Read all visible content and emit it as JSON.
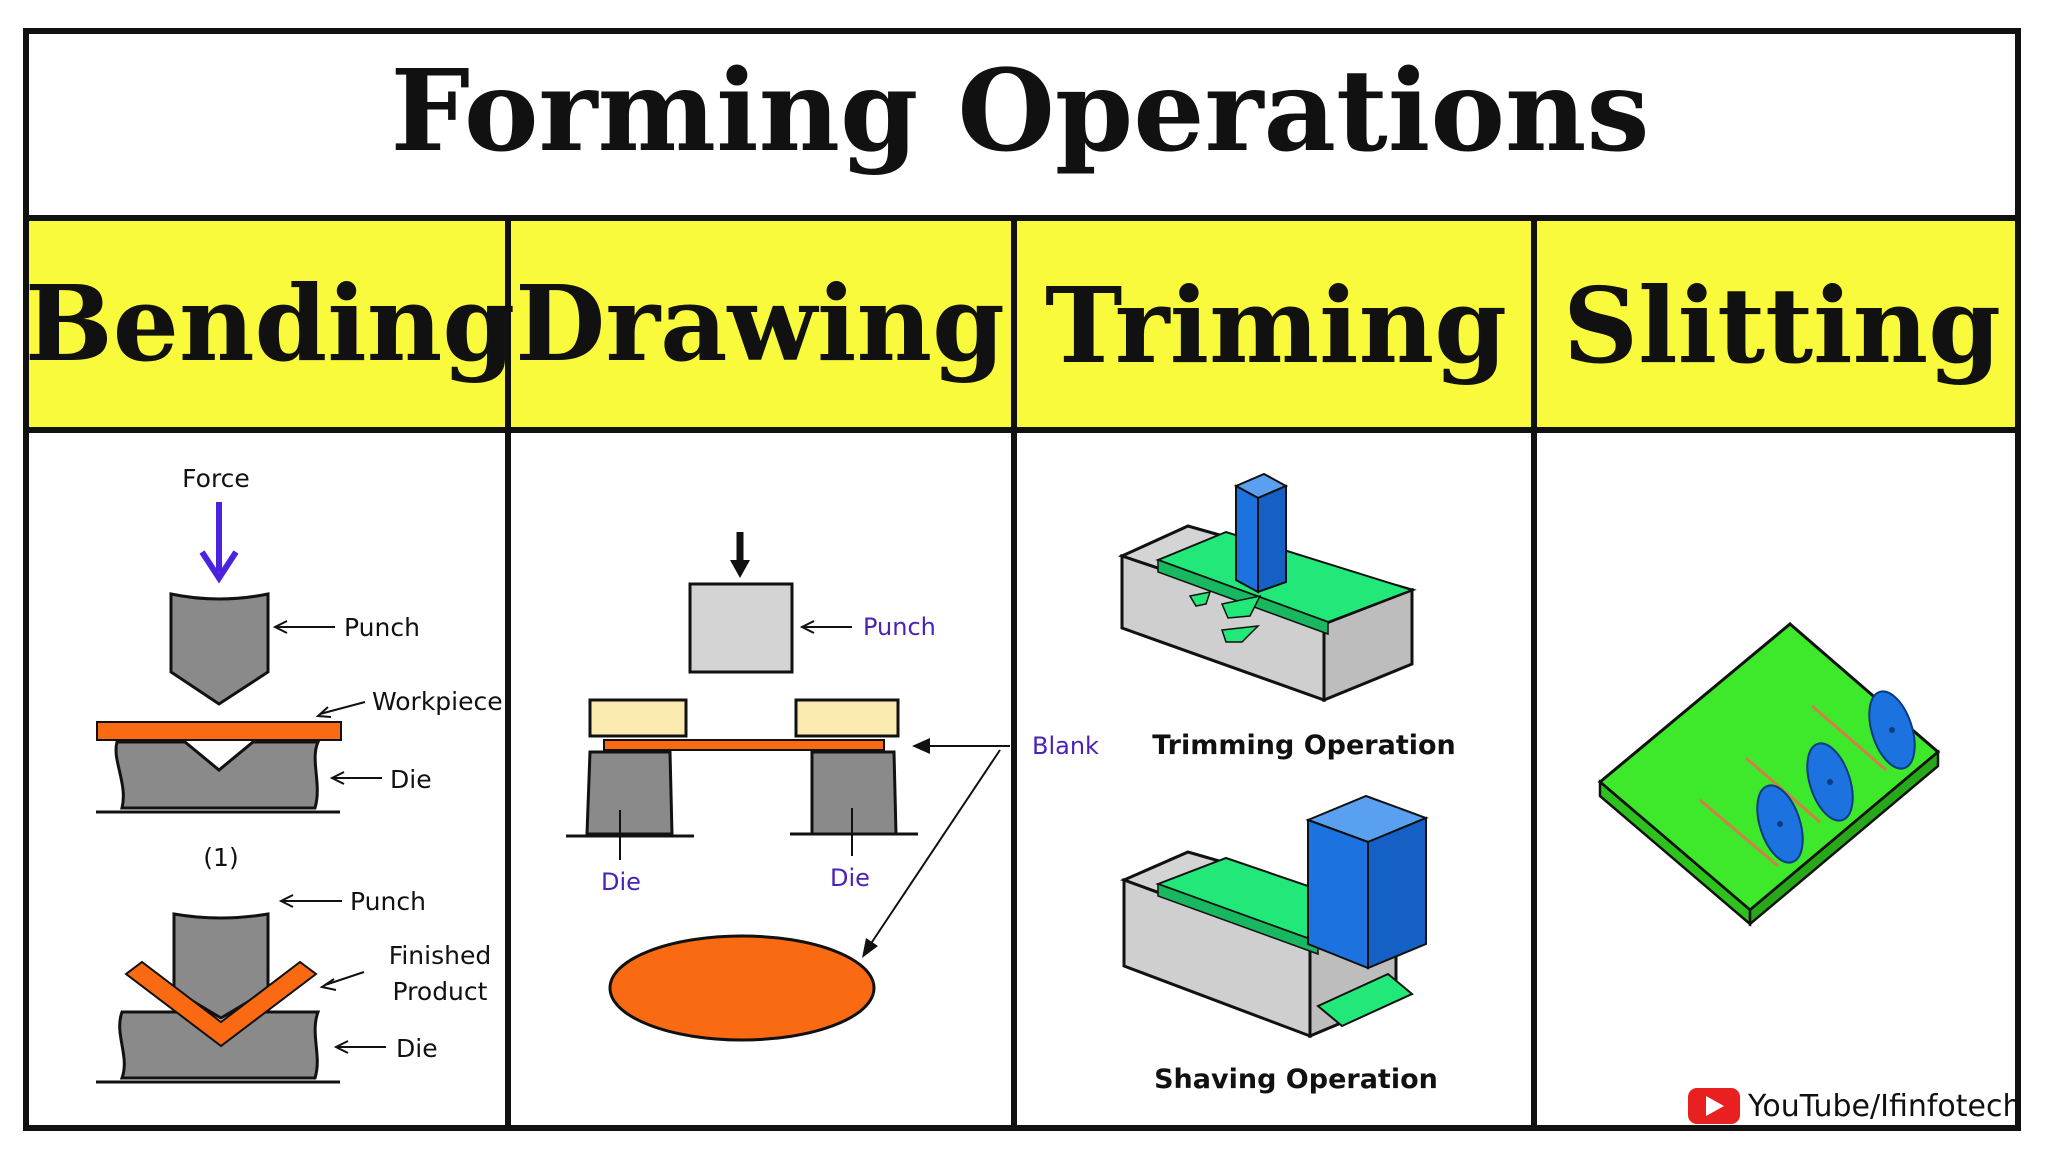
{
  "title": "Forming Operations",
  "colors": {
    "header_bg": "#fafa3c",
    "border": "#111111",
    "orange": "#f96a12",
    "gray": "#8a8a8a",
    "light_gray": "#d4d4d4",
    "green": "#22e87a",
    "blue": "#1c73e0",
    "lime": "#3ee82a",
    "purple_label": "#4a22b8",
    "force_arrow": "#4b22e0",
    "tan": "#fcebb0"
  },
  "columns": [
    {
      "heading": "Bending"
    },
    {
      "heading": "Drawing"
    },
    {
      "heading": "Triming"
    },
    {
      "heading": "Slitting"
    }
  ],
  "bending": {
    "force": "Force",
    "punch_1": "Punch",
    "workpiece": "Workpiece",
    "die_1": "Die",
    "step": "(1)",
    "punch_2": "Punch",
    "finished_line1": "Finished",
    "finished_line2": "Product",
    "die_2": "Die"
  },
  "drawing": {
    "punch": "Punch",
    "blank": "Blank",
    "die_left": "Die",
    "die_right": "Die"
  },
  "trimming": {
    "trimming_caption": "Trimming Operation",
    "shaving_caption": "Shaving Operation"
  },
  "watermark": {
    "text": "YouTube/Ifinfotech",
    "icon": "youtube-play-icon"
  }
}
